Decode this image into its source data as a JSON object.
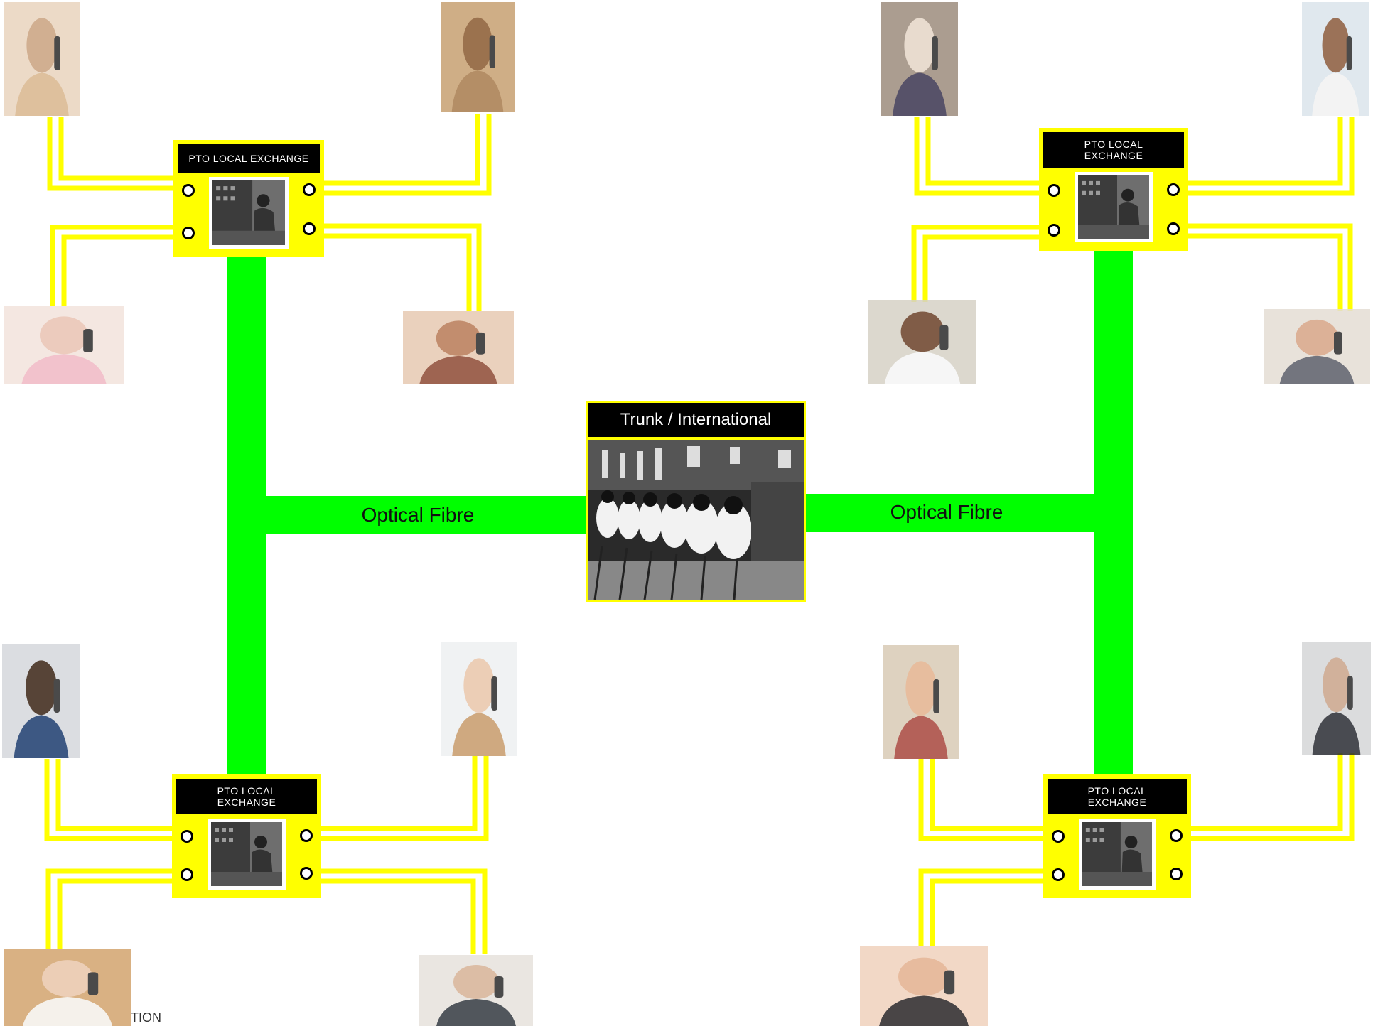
{
  "colors": {
    "fibre": "#00ff00",
    "local_loop": "#ffff00",
    "exchange_bg": "#ffff00",
    "label_bg": "#000000"
  },
  "trunk": {
    "title": "Trunk / International",
    "image": "switchboard-operators-photo"
  },
  "fibre_labels": {
    "left": "Optical Fibre",
    "right": "Optical Fibre"
  },
  "exchanges": {
    "top_left": "PTO LOCAL EXCHANGE",
    "top_right": "PTO LOCAL\nEXCHANGE",
    "bottom_left": "PTO LOCAL\nEXCHANGE",
    "bottom_right": "PTO LOCAL\nEXCHANGE"
  },
  "users": [
    {
      "id": "tl-1",
      "image": "person-on-phone-photo"
    },
    {
      "id": "tl-2",
      "image": "person-on-phone-photo"
    },
    {
      "id": "tl-3",
      "image": "person-on-phone-photo"
    },
    {
      "id": "tl-4",
      "image": "person-on-phone-photo"
    },
    {
      "id": "tr-1",
      "image": "person-on-phone-photo"
    },
    {
      "id": "tr-2",
      "image": "person-on-phone-photo"
    },
    {
      "id": "tr-3",
      "image": "person-on-phone-photo"
    },
    {
      "id": "tr-4",
      "image": "person-on-phone-photo"
    },
    {
      "id": "bl-1",
      "image": "person-on-phone-photo"
    },
    {
      "id": "bl-2",
      "image": "person-on-phone-photo"
    },
    {
      "id": "bl-3",
      "image": "person-on-phone-photo"
    },
    {
      "id": "bl-4",
      "image": "person-on-phone-photo"
    },
    {
      "id": "br-1",
      "image": "person-on-phone-photo"
    },
    {
      "id": "br-2",
      "image": "person-on-phone-photo"
    },
    {
      "id": "br-3",
      "image": "person-on-phone-photo"
    },
    {
      "id": "br-4",
      "image": "person-on-phone-photo"
    }
  ],
  "fragment_text": "TION"
}
